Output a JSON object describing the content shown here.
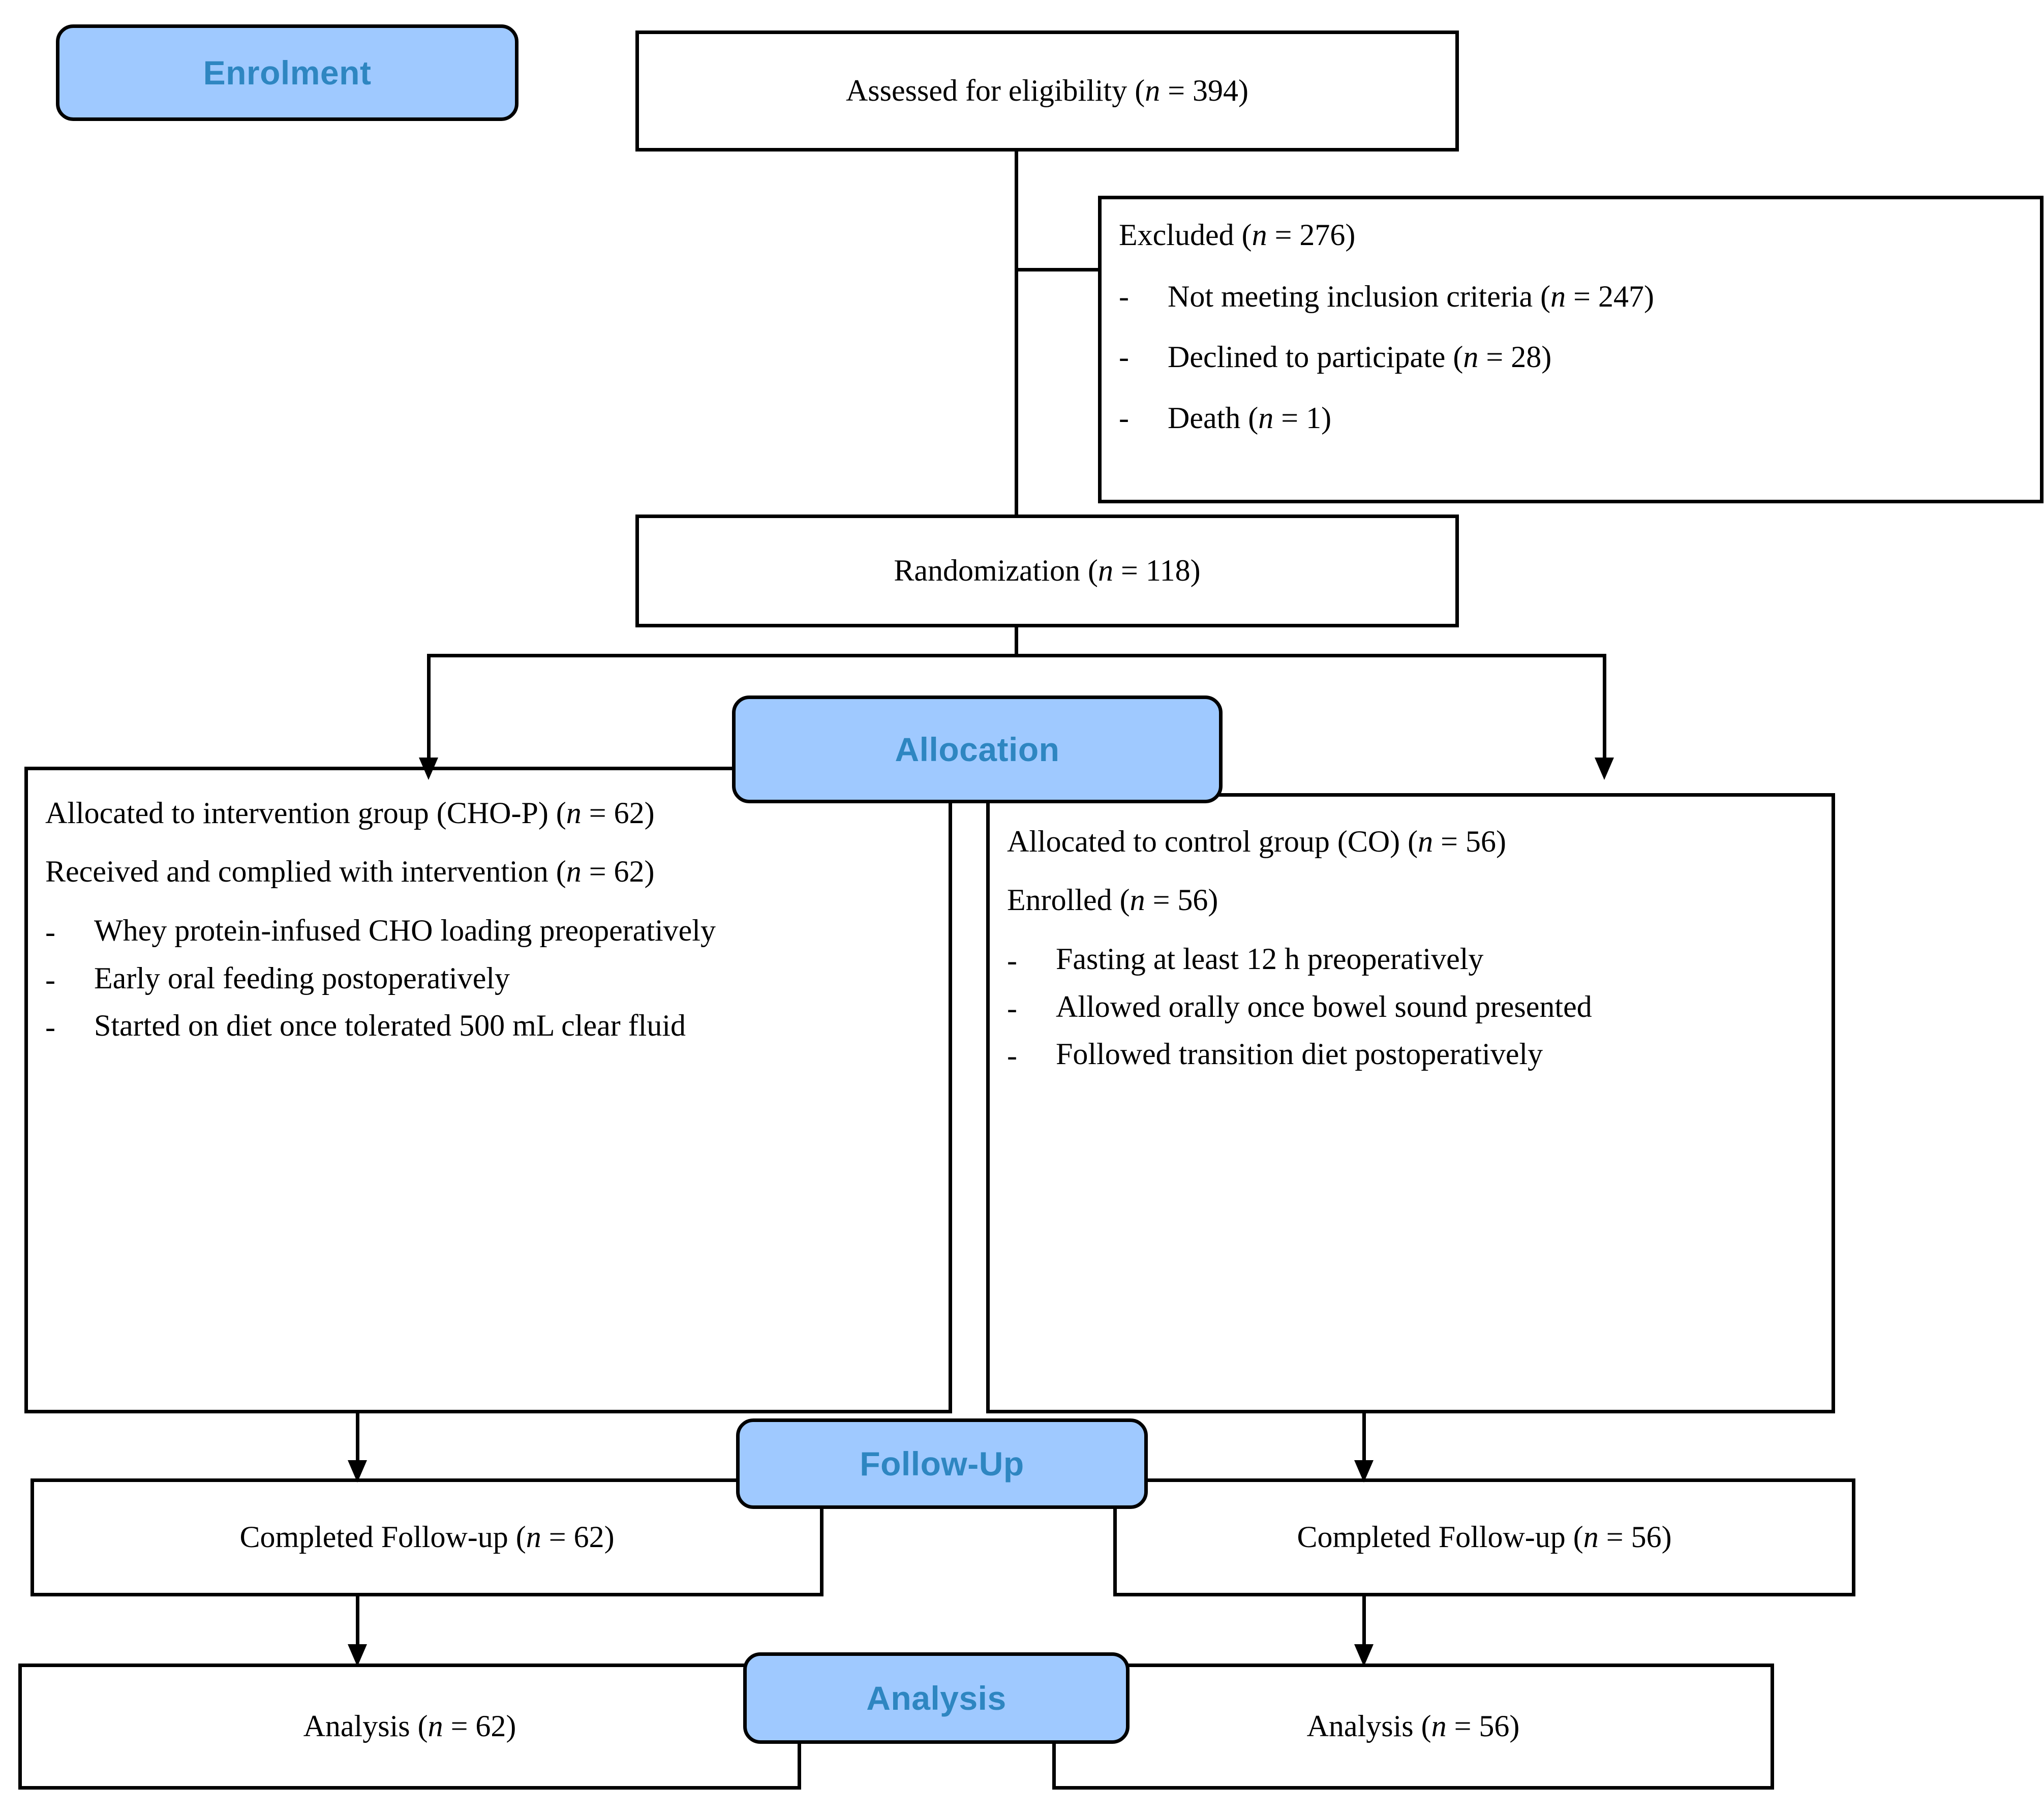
{
  "diagram": {
    "type": "consort-flow-diagram",
    "title": "CONSORT participant flow diagram",
    "accent_blue_fill": "#9FC9FF",
    "accent_blue_text": "#2E86C1",
    "border_color": "#000000",
    "background": "#ffffff"
  },
  "stage_labels": {
    "enrolment": "Enrolment",
    "allocation": "Allocation",
    "followup": "Follow-Up",
    "analysis": "Analysis"
  },
  "enrolment": {
    "assessed": {
      "text_prefix": "Assessed for eligibility (",
      "n_symbol": "n",
      "text_suffix": " = 394)",
      "n_value": 394
    },
    "excluded": {
      "heading_prefix": "Excluded (",
      "n_symbol": "n",
      "heading_suffix": " = 276)",
      "n_value": 276,
      "reasons": [
        {
          "dash": "-",
          "text_prefix": "Not meeting inclusion criteria (",
          "n_symbol": "n",
          "text_suffix": " = 247)",
          "n_value": 247
        },
        {
          "dash": "-",
          "text_prefix": "Declined to participate (",
          "n_symbol": "n",
          "text_suffix": " = 28)",
          "n_value": 28
        },
        {
          "dash": "-",
          "text_prefix": "Death (",
          "n_symbol": "n",
          "text_suffix": " = 1)",
          "n_value": 1
        }
      ]
    },
    "randomization": {
      "text_prefix": "Randomization (",
      "n_symbol": "n",
      "text_suffix": " = 118)",
      "n_value": 118
    }
  },
  "allocation": {
    "intervention": {
      "line1_prefix": "Allocated to intervention group (CHO-P) (",
      "line1_n": "n",
      "line1_suffix": " = 62)",
      "line1_n_value": 62,
      "line2_prefix": "Received and complied with intervention (",
      "line2_n": "n",
      "line2_suffix": " = 62)",
      "line2_n_value": 62,
      "bullets": [
        {
          "dash": "-",
          "text": "Whey protein-infused CHO loading preoperatively"
        },
        {
          "dash": "-",
          "text": "Early oral feeding postoperatively"
        },
        {
          "dash": "-",
          "text": "Started on diet once tolerated 500 mL clear fluid"
        }
      ]
    },
    "control": {
      "line1_prefix": "Allocated to control group (CO) (",
      "line1_n": "n",
      "line1_suffix": " = 56)",
      "line1_n_value": 56,
      "line2_prefix": "Enrolled (",
      "line2_n": "n",
      "line2_suffix": " = 56)",
      "line2_n_value": 56,
      "bullets": [
        {
          "dash": "-",
          "text": "Fasting at least 12 h preoperatively"
        },
        {
          "dash": "-",
          "text": "Allowed orally once bowel sound presented"
        },
        {
          "dash": "-",
          "text": "Followed transition diet postoperatively"
        }
      ]
    }
  },
  "followup": {
    "left": {
      "text_prefix": "Completed Follow-up (",
      "n_symbol": "n",
      "text_suffix": " = 62)",
      "n_value": 62
    },
    "right": {
      "text_prefix": "Completed Follow-up (",
      "n_symbol": "n",
      "text_suffix": " = 56)",
      "n_value": 56
    }
  },
  "analysis": {
    "left": {
      "text_prefix": "Analysis (",
      "n_symbol": "n",
      "text_suffix": " = 62)",
      "n_value": 62
    },
    "right": {
      "text_prefix": "Analysis (",
      "n_symbol": "n",
      "text_suffix": " = 56)",
      "n_value": 56
    }
  }
}
